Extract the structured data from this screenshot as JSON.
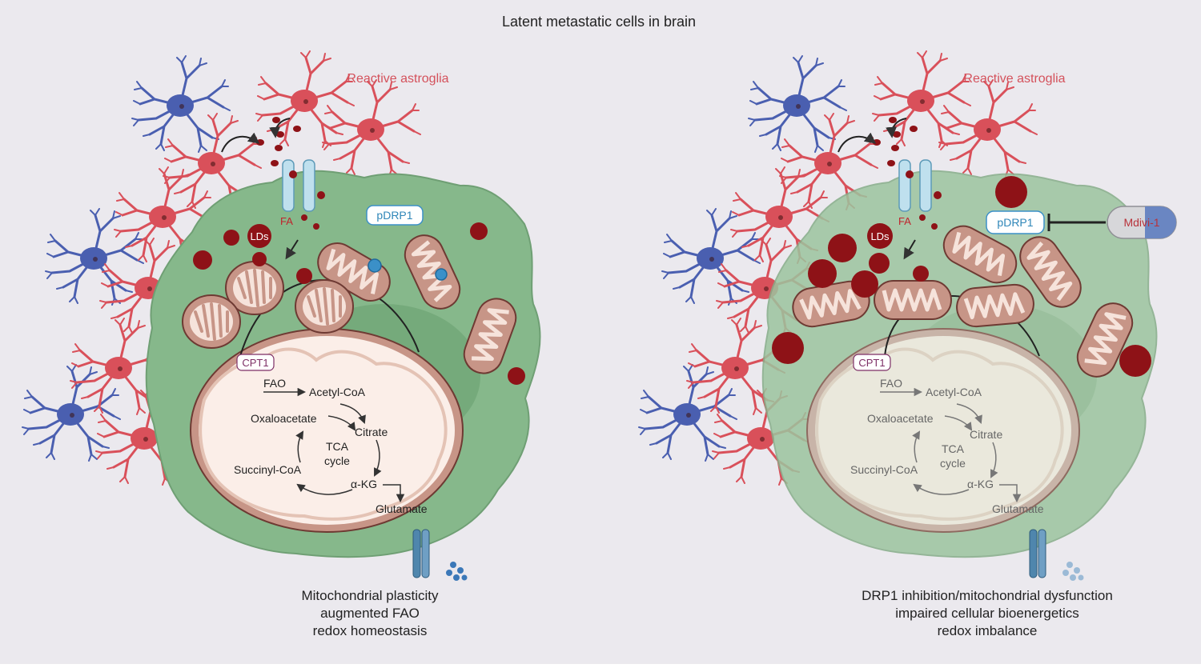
{
  "title": "Latent metastatic cells in brain",
  "left": {
    "astro_label": "Reactive astroglia",
    "fa": "FA",
    "lds": "LDs",
    "pdrp1": "pDRP1",
    "cpt1": "CPT1",
    "fao": "FAO",
    "acetyl": "Acetyl-CoA",
    "oxalo": "Oxaloacetate",
    "citrate": "Citrate",
    "tca1": "TCA",
    "tca2": "cycle",
    "succinyl": "Succinyl-CoA",
    "akg": "α-KG",
    "glutamate": "Glutamate",
    "caption": [
      "Mitochondrial plasticity",
      "augmented FAO",
      "redox homeostasis"
    ]
  },
  "right": {
    "astro_label": "Reactive astroglia",
    "fa": "FA",
    "lds": "LDs",
    "pdrp1": "pDRP1",
    "mdivi": "Mdivi-1",
    "cpt1": "CPT1",
    "fao": "FAO",
    "acetyl": "Acetyl-CoA",
    "oxalo": "Oxaloacetate",
    "citrate": "Citrate",
    "tca1": "TCA",
    "tca2": "cycle",
    "succinyl": "Succinyl-CoA",
    "akg": "α-KG",
    "glutamate": "Glutamate",
    "caption": [
      "DRP1 inhibition/mitochondrial dysfunction",
      "impaired cellular bioenergetics",
      "redox imbalance"
    ]
  },
  "colors": {
    "background": "#ebe9ee",
    "cell": "#86b88b",
    "cell_faded": "#b2d0b2",
    "mito_fill": "#c79587",
    "mito_inner": "#f6e3db",
    "lipid": "#8e1217",
    "astro_red": "#d9505a",
    "astro_blue": "#4a5fb0",
    "channel": "#bfe0ee",
    "label_red": "#d4515b",
    "pdrp1_text": "#2f86b8",
    "cpt1_text": "#7d2f66"
  }
}
